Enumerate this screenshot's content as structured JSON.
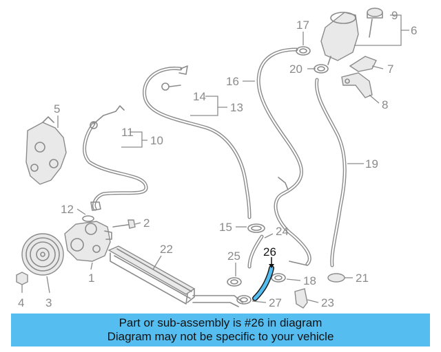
{
  "labels": {
    "p1": "1",
    "p2": "2",
    "p3": "3",
    "p4": "4",
    "p5": "5",
    "p6": "6",
    "p7": "7",
    "p8": "8",
    "p9": "9",
    "p10": "10",
    "p11": "11",
    "p12": "12",
    "p13": "13",
    "p14": "14",
    "p15": "15",
    "p16": "16",
    "p17": "17",
    "p18": "18",
    "p19": "19",
    "p20": "20",
    "p21": "21",
    "p22": "22",
    "p23": "23",
    "p24": "24",
    "p25": "25",
    "p26": "26",
    "p27": "27"
  },
  "highlight": {
    "part": "26",
    "color": "#55bdf0"
  },
  "banner": {
    "line1": "Part or sub-assembly is #26 in diagram",
    "line2": "Diagram may not be specific to your vehicle",
    "color": "#55bdf0"
  }
}
